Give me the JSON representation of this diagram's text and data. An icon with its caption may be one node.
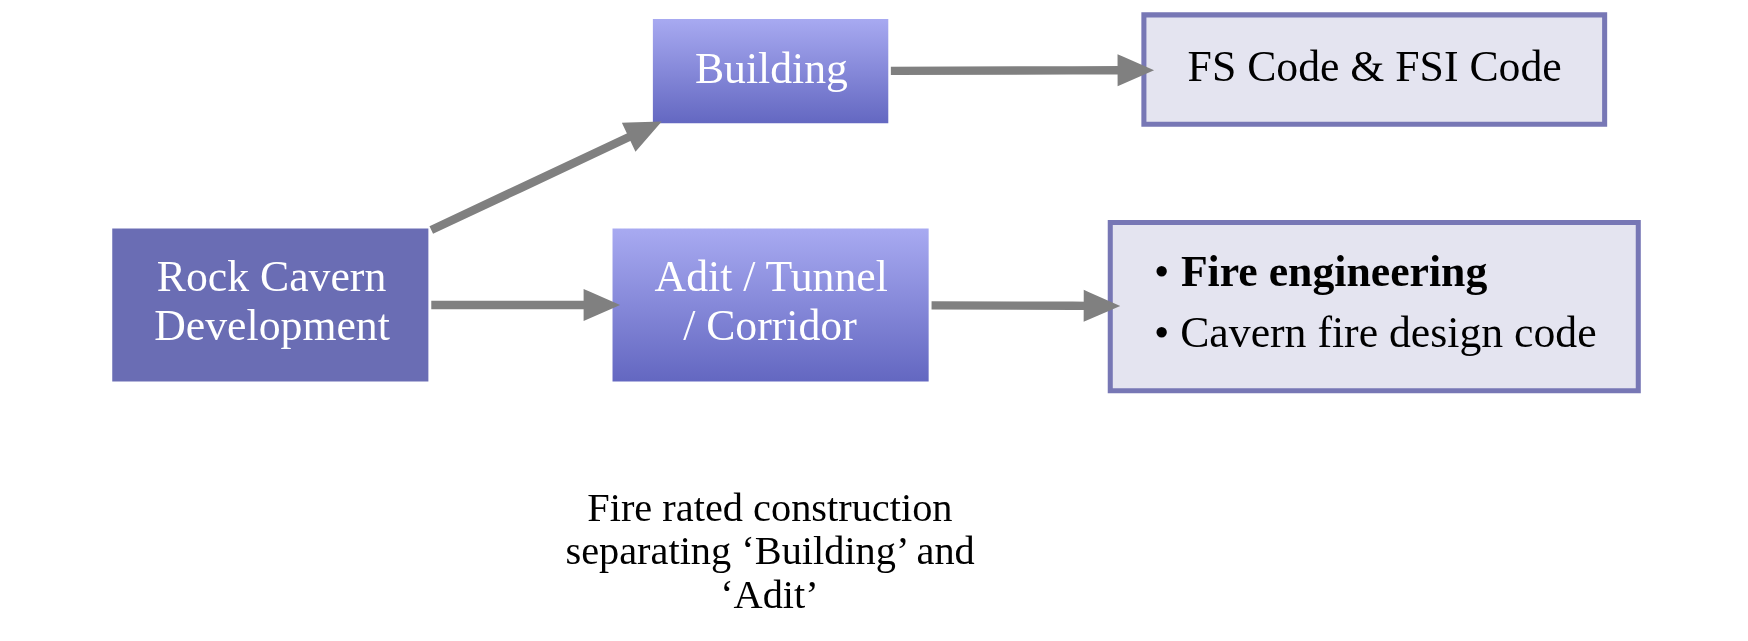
{
  "diagram": {
    "nodes": [
      {
        "text": [
          "Rock Cavern Development"
        ]
      },
      {
        "text": [
          "Building"
        ]
      },
      {
        "text": [
          "FS Code & FSI Code"
        ]
      },
      {
        "text": [
          "Adit / Tunnel / Corridor"
        ]
      },
      {
        "text": [
          "• **Fire engineering**",
          "• Cavern fire design code"
        ]
      }
    ],
    "edges": [
      {
        "from": 0,
        "to": 1,
        "arrow": "to"
      },
      {
        "from": 0,
        "to": 3,
        "arrow": "to"
      },
      {
        "from": 1,
        "to": 2,
        "arrow": "to"
      },
      {
        "from": 3,
        "to": 4,
        "arrow": "to"
      }
    ],
    "labels": [
      "Fire rated construction separating ‘Building’ and ‘Adit’"
    ]
  }
}
